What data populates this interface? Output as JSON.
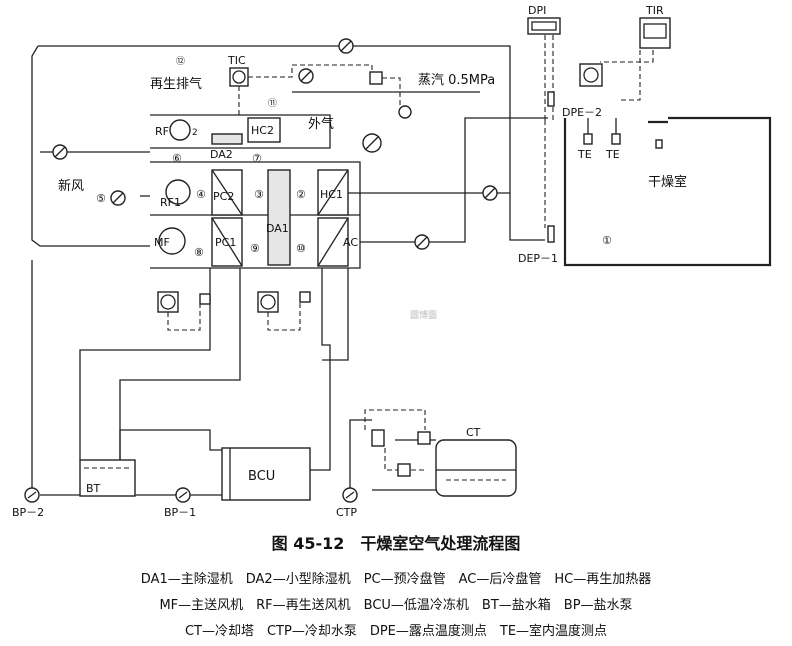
{
  "caption": "图 45-12　干燥室空气处理流程图",
  "legend": [
    "DA1—主除湿机　DA2—小型除湿机　PC—预冷盘管　AC—后冷盘管　HC—再生加热器",
    "MF—主送风机　RF—再生送风机　BCU—低温冷冻机　BT—盐水箱　BP—盐水泵",
    "CT—冷却塔　CTP—冷却水泵　DPE—露点温度测点　TE—室内温度测点"
  ],
  "labels": {
    "dpi": "DPI",
    "tir": "TIR",
    "tic": "TIC",
    "regen_exhaust": "再生排气",
    "steam": "蒸汽 0.5MPa",
    "outdoor_air": "外气",
    "rf2": "RF",
    "hc2": "HC2",
    "da2": "DA2",
    "fresh_air": "新风",
    "rf1": "RF1",
    "pc2": "PC2",
    "hc1": "HC1",
    "da1": "DA1",
    "mf": "MF",
    "pc1": "PC1",
    "ac": "AC",
    "dpe2": "DPE－2",
    "dep1": "DEP－1",
    "te1": "TE",
    "te2": "TE",
    "dry_room": "干燥室",
    "bcu": "BCU",
    "bt": "BT",
    "ct": "CT",
    "bp2": "BP－2",
    "bp1": "BP－1",
    "ctp": "CTP",
    "watermark": "圖博圖"
  },
  "markers": {
    "m1": "①",
    "m2": "②",
    "m3": "③",
    "m4": "④",
    "m5": "⑤",
    "m6": "⑥",
    "m7": "⑦",
    "m8": "⑧",
    "m9": "⑨",
    "m10": "⑩",
    "m11": "⑪",
    "m12": "⑫",
    "m2b": "2"
  }
}
